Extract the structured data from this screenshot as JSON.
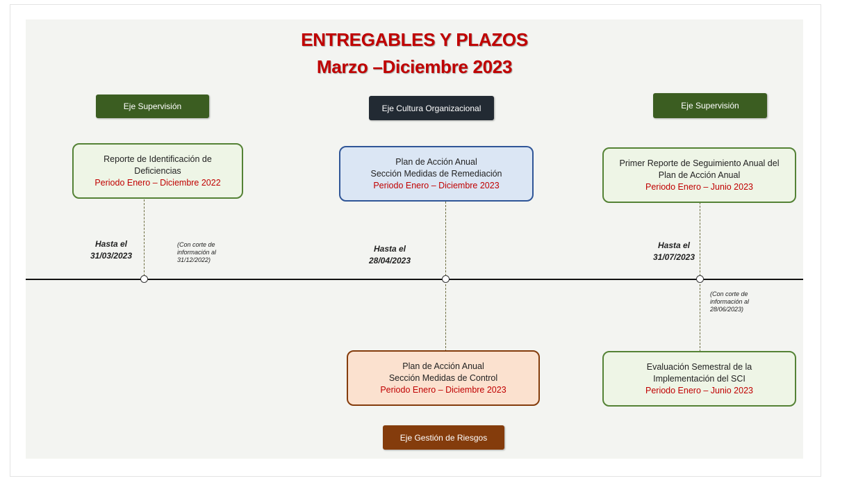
{
  "title": {
    "line1": "ENTREGABLES Y PLAZOS",
    "line2": "Marzo –Diciembre 2023"
  },
  "axes": {
    "supervision_left": "Eje Supervisión",
    "cultura": "Eje Cultura Organizacional",
    "supervision_right": "Eje Supervisión",
    "riesgos": "Eje Gestión de Riesgos"
  },
  "deliverables": {
    "reporte": {
      "line1": "Reporte de Identificación de",
      "line2": "Deficiencias",
      "period": "Periodo Enero – Diciembre 2022"
    },
    "plan_remediacion": {
      "line1": "Plan de Acción Anual",
      "line2": "Sección Medidas de Remediación",
      "period": "Periodo Enero – Diciembre 2023"
    },
    "seguimiento": {
      "line1": "Primer Reporte de Seguimiento Anual del",
      "line2": "Plan de Acción Anual",
      "period": "Periodo Enero – Junio 2023"
    },
    "plan_control": {
      "line1": "Plan de Acción Anual",
      "line2": "Sección Medidas de Control",
      "period": "Periodo Enero – Diciembre 2023"
    },
    "evaluacion": {
      "line1": "Evaluación Semestral de la",
      "line2": "Implementación del SCI",
      "period": "Periodo Enero – Junio 2023"
    }
  },
  "milestones": {
    "m1": {
      "label": "Hasta el",
      "date": "31/03/2023",
      "note1": "(Con corte de",
      "note2": "información al",
      "note3": "31/12/2022)"
    },
    "m2": {
      "label": "Hasta el",
      "date": "28/04/2023"
    },
    "m3": {
      "label": "Hasta el",
      "date": "31/07/2023",
      "note1": "(Con corte de",
      "note2": "información al",
      "note3": "28/06/2023)"
    }
  },
  "colors": {
    "title": "#c00000",
    "supervision": "#3b5d21",
    "cultura": "#222a33",
    "riesgos": "#843c0c"
  }
}
